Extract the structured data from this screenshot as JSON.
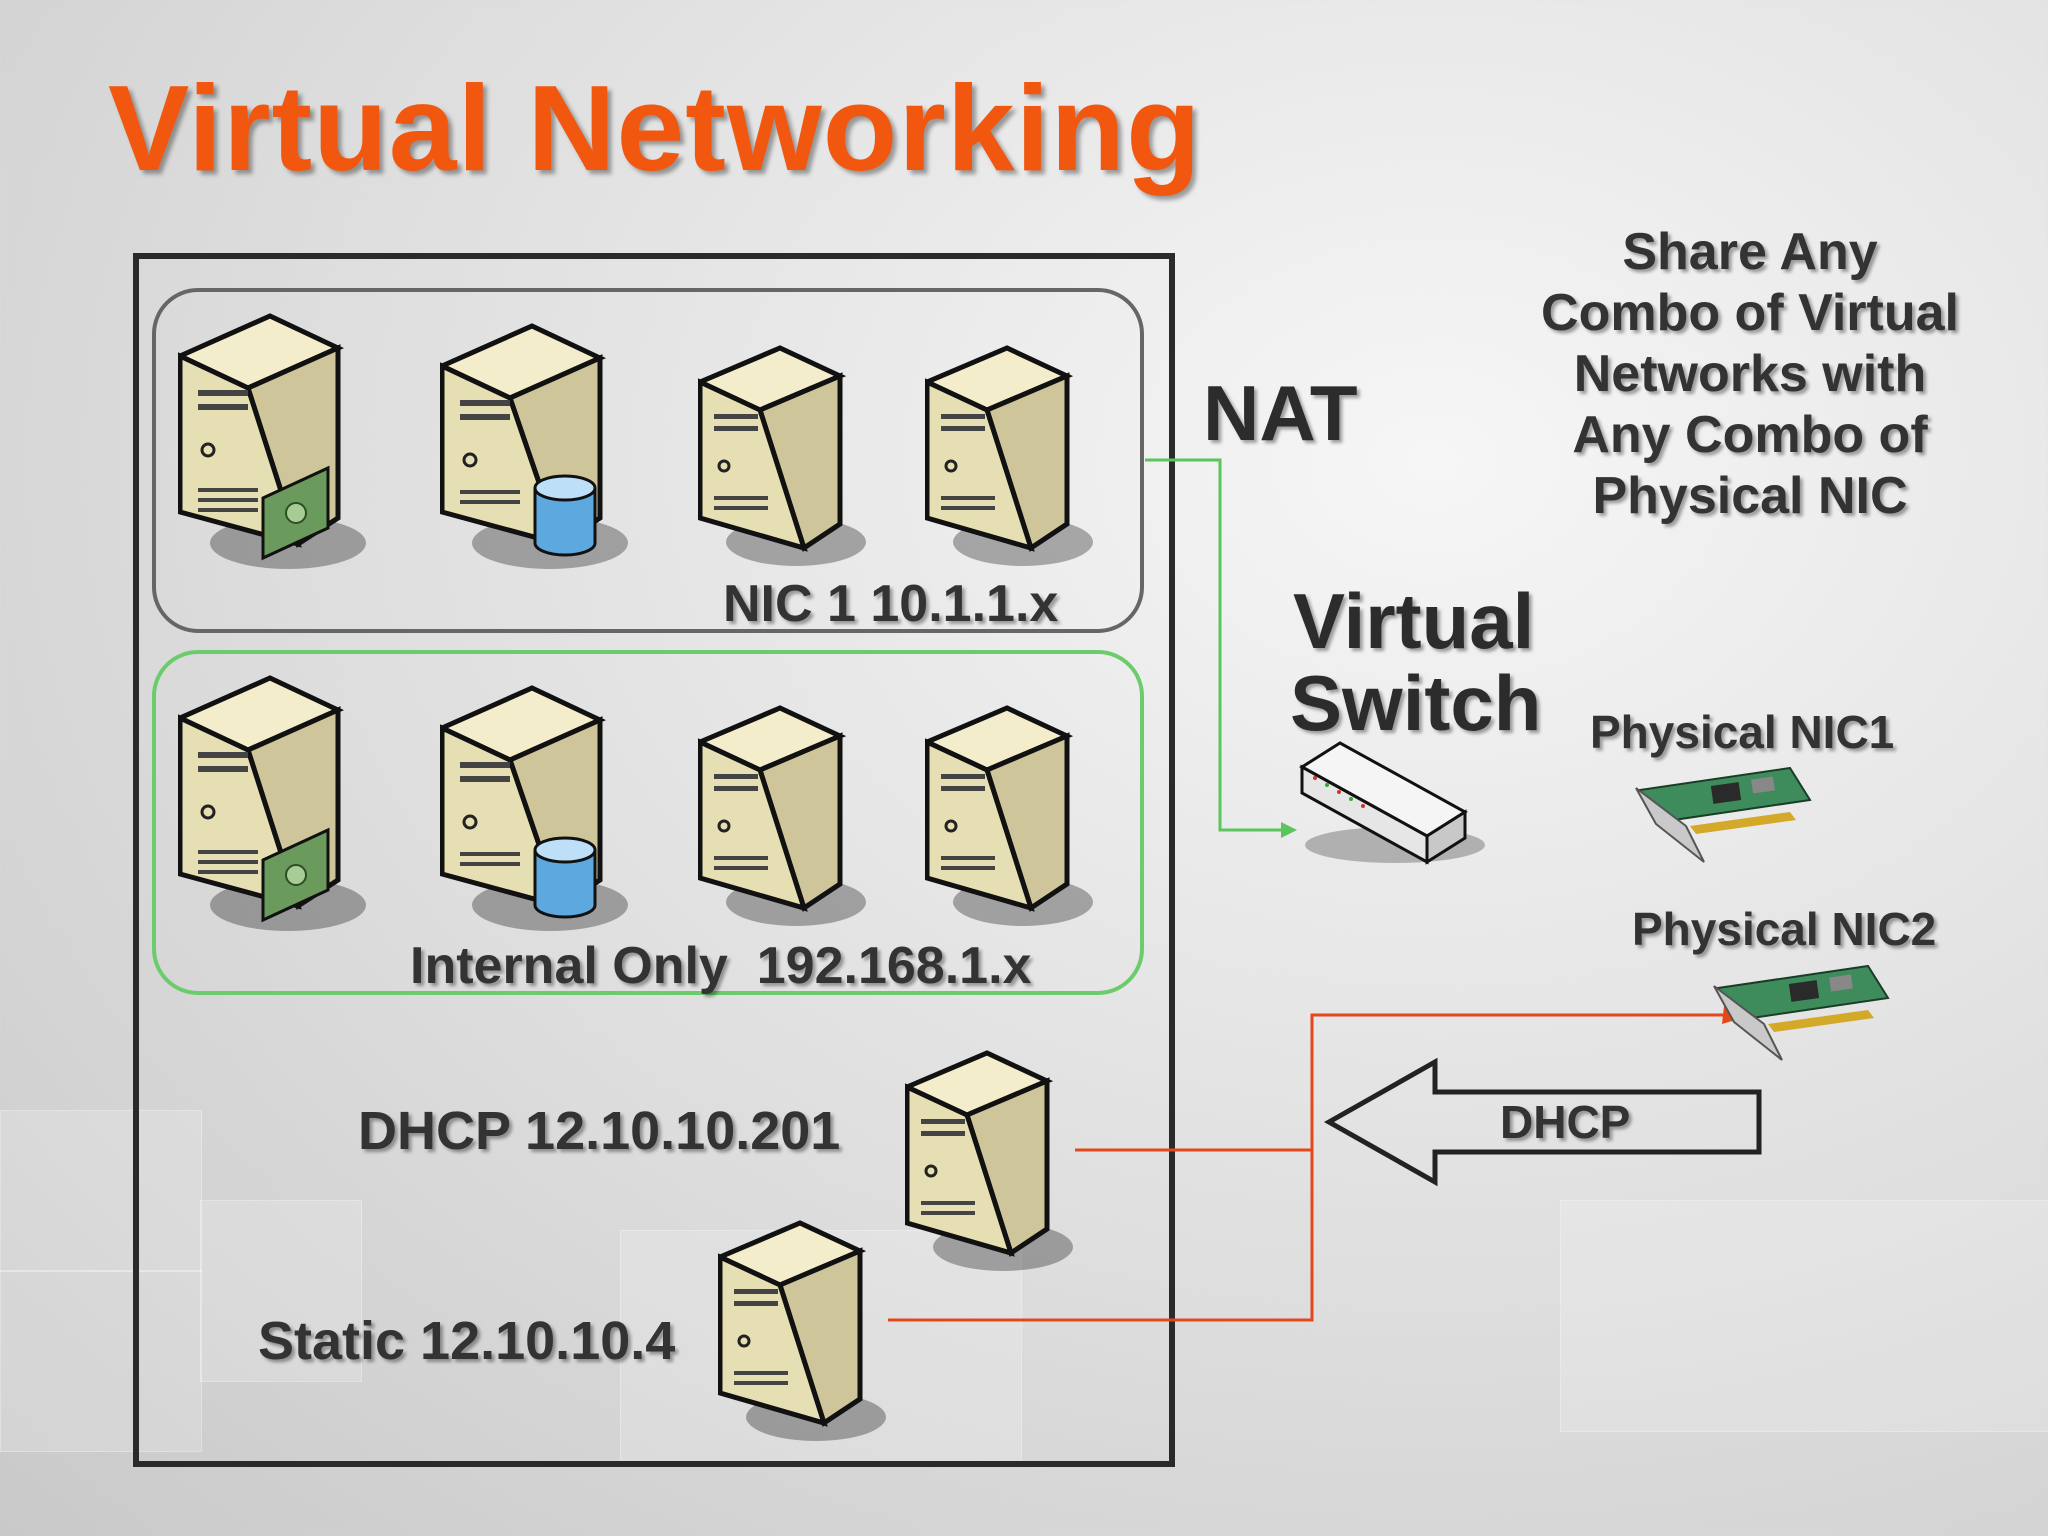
{
  "title": "Virtual Networking",
  "labels": {
    "nat": "NAT",
    "switch_line1": "Virtual",
    "switch_line2": "Switch",
    "nic1_net": "NIC 1 10.1.1.x",
    "internal_net": "Internal Only  192.168.1.x",
    "dhcp_server": "DHCP 12.10.10.201",
    "static_server": "Static 12.10.10.4",
    "dhcp_arrow": "DHCP",
    "phys_nic1": "Physical NIC1",
    "phys_nic2": "Physical NIC2"
  },
  "info_text": [
    "Share Any",
    "Combo of Virtual",
    "Networks with",
    "Any Combo of",
    "Physical NIC"
  ],
  "colors": {
    "title": "#f2570f",
    "nat_line": "#5cc45c",
    "internal_border": "#6ccc6c",
    "external_line": "#e3471a",
    "nic_group_border": "#666666"
  }
}
